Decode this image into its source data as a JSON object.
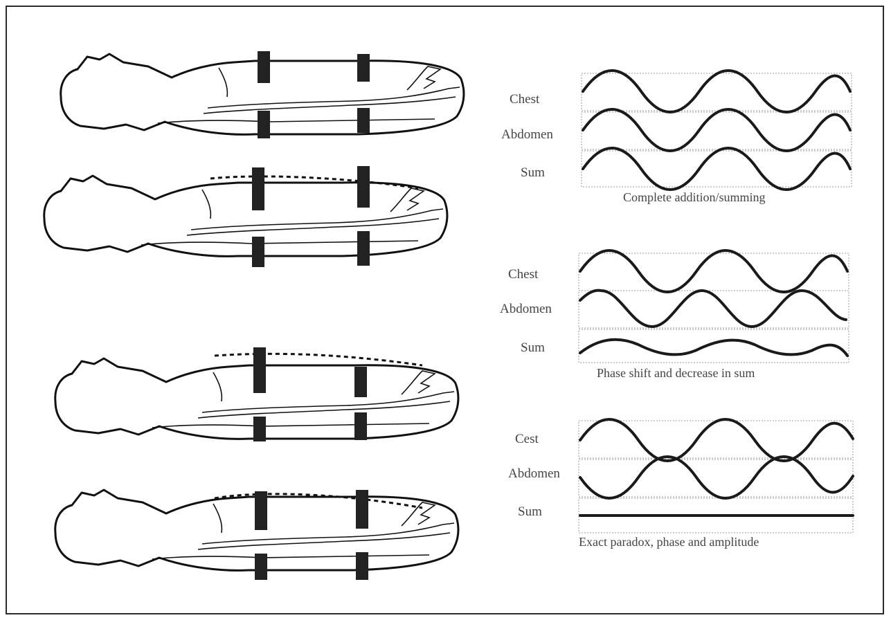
{
  "panels": [
    {
      "labels": {
        "chest": "Chest",
        "abdomen": "Abdomen",
        "sum": "Sum"
      },
      "caption": "Complete addition/summing"
    },
    {
      "labels": {
        "chest": "Chest",
        "abdomen": "Abdomen",
        "sum": "Sum"
      },
      "caption": "Phase shift and decrease in sum"
    },
    {
      "labels": {
        "chest": "Cest",
        "abdomen": "Abdomen",
        "sum": "Sum"
      },
      "caption": "Exact paradox, phase and amplitude"
    }
  ]
}
